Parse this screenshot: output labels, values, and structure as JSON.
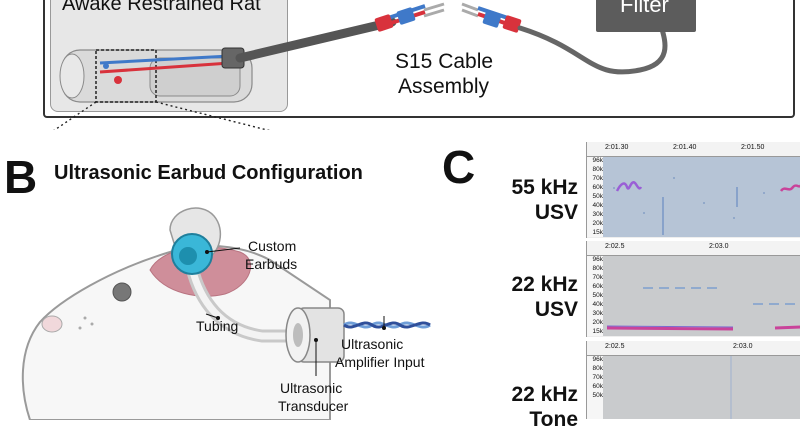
{
  "panel_a": {
    "subject_label": "Awake Restrained Rat",
    "filter_label": "Filter",
    "cable_label_line1": "S15 Cable",
    "cable_label_line2": "Assembly"
  },
  "panel_b": {
    "letter": "B",
    "title": "Ultrasonic Earbud Configuration",
    "labels": {
      "custom_earbuds_line1": "Custom",
      "custom_earbuds_line2": "Earbuds",
      "tubing": "Tubing",
      "amp_input_line1": "Ultrasonic",
      "amp_input_line2": "Amplifier Input",
      "transducer_line1": "Ultrasonic",
      "transducer_line2": "Transducer"
    }
  },
  "panel_c": {
    "letter": "C",
    "spectrograms": [
      {
        "label_line1": "55 kHz",
        "label_line2": "USV",
        "time_ticks": [
          "2:01.30",
          "2:01.40",
          "2:01.50"
        ],
        "freq_ticks": [
          "96k",
          "80k",
          "70k",
          "60k",
          "50k",
          "40k",
          "30k",
          "20k",
          "15k"
        ]
      },
      {
        "label_line1": "22 kHz",
        "label_line2": "USV",
        "time_ticks": [
          "2:02.5",
          "2:03.0"
        ],
        "freq_ticks": [
          "96k",
          "80k",
          "70k",
          "60k",
          "50k",
          "40k",
          "30k",
          "20k",
          "15k"
        ]
      },
      {
        "label_line1": "22 kHz",
        "label_line2": "Tone",
        "time_ticks": [
          "2:02.5",
          "2:03.0"
        ],
        "freq_ticks": [
          "96k",
          "80k",
          "70k",
          "60k",
          "50k"
        ]
      }
    ]
  },
  "colors": {
    "cable_red": "#d8323c",
    "cable_blue": "#3f79c9",
    "earbud_cyan": "#3ab7d8",
    "ear_pink": "#cf8e9a",
    "spec_bg": "#c9cbcd",
    "usv55": "#9a5fd6",
    "usv22": "#c9439a"
  }
}
